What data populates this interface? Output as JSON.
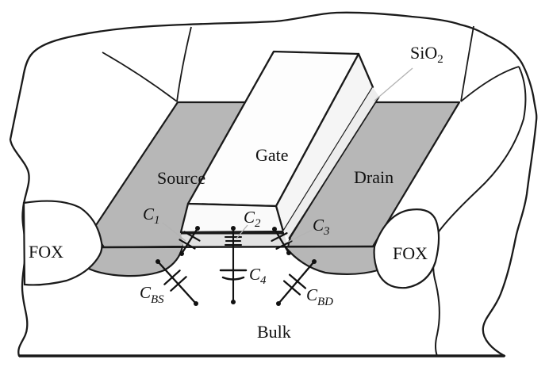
{
  "labels": {
    "sio2": {
      "base": "SiO",
      "sub": "2"
    },
    "gate": "Gate",
    "source": "Source",
    "drain": "Drain",
    "fox_left": "FOX",
    "fox_right": "FOX",
    "bulk": "Bulk",
    "c1": {
      "base": "C",
      "sub": "1"
    },
    "c2": {
      "base": "C",
      "sub": "2"
    },
    "c3": {
      "base": "C",
      "sub": "3"
    },
    "c4": {
      "base": "C",
      "sub": "4"
    },
    "cbs": {
      "base": "C",
      "sub": "BS"
    },
    "cbd": {
      "base": "C",
      "sub": "BD"
    }
  },
  "colors": {
    "background": "#ffffff",
    "diffusion_gray": "#b7b7b7",
    "channel_strip_gray": "#e2e2e2",
    "thin_oxide_gray": "#ededed",
    "outline_black": "#1a1a1a",
    "leader_gray": "#b3b3b3"
  }
}
